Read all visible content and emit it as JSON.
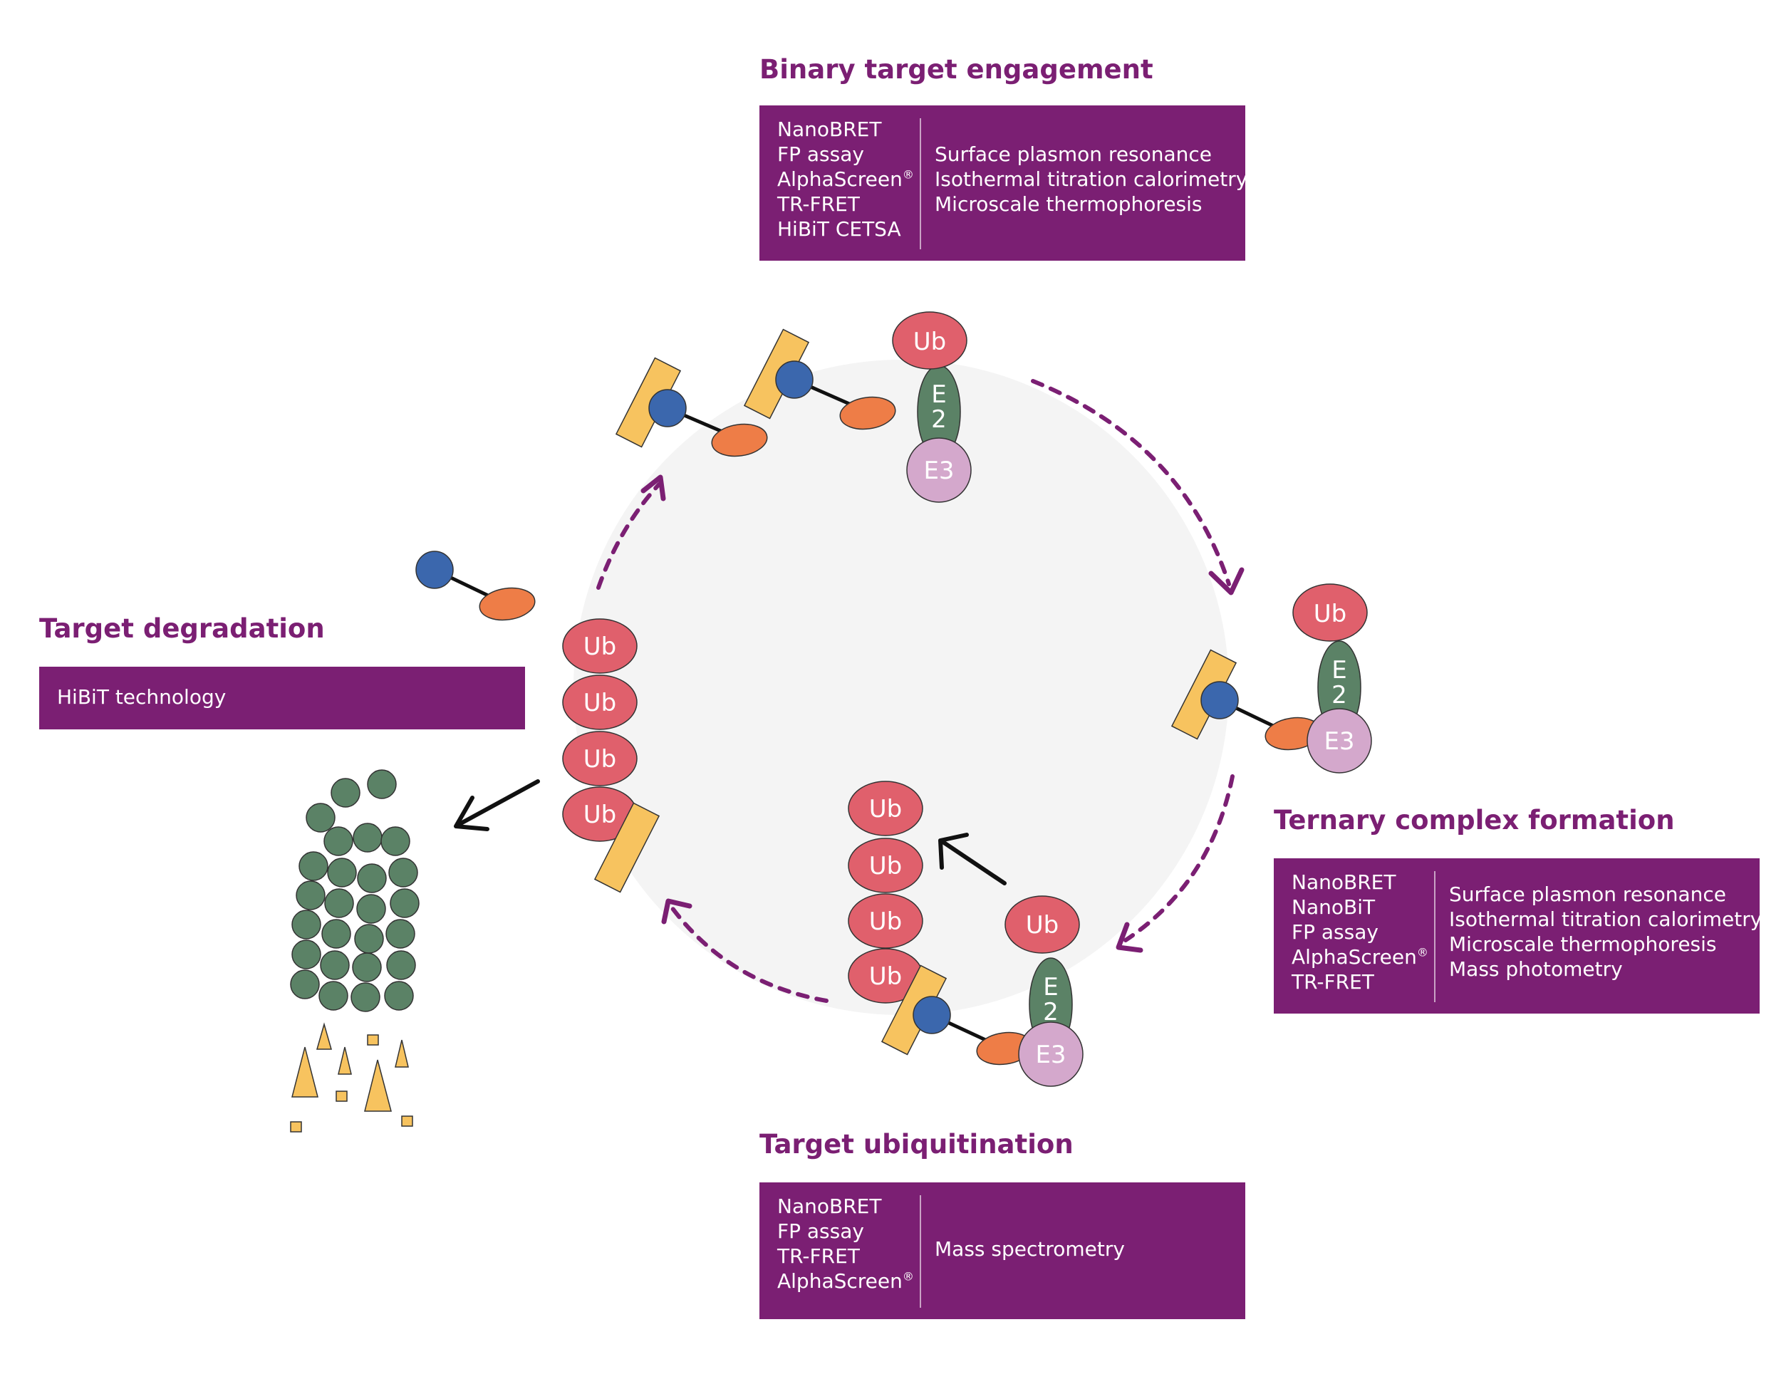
{
  "binary": {
    "title": "Binary target engagement",
    "left": [
      "NanoBRET",
      "FP assay",
      "AlphaScreen",
      "TR-FRET",
      "HiBiT CETSA"
    ],
    "right": [
      "Surface plasmon resonance",
      "Isothermal titration calorimetry",
      "Microscale thermophoresis"
    ]
  },
  "ternary": {
    "title": "Ternary complex formation",
    "left": [
      "NanoBRET",
      "NanoBiT",
      "FP assay",
      "AlphaScreen",
      "TR-FRET"
    ],
    "right": [
      "Surface plasmon resonance",
      "Isothermal titration calorimetry",
      "Microscale thermophoresis",
      "Mass photometry"
    ]
  },
  "ubiquitination": {
    "title": "Target ubiquitination",
    "left": [
      "NanoBRET",
      "FP assay",
      "TR-FRET",
      "AlphaScreen"
    ],
    "right": [
      "Mass spectrometry"
    ]
  },
  "degradation": {
    "title": "Target degradation",
    "item": "HiBiT technology"
  },
  "registered_mark": "®",
  "labels": {
    "ub": "Ub",
    "e2_top": "E",
    "e2_bottom": "2",
    "e3": "E3"
  },
  "colors": {
    "purple": "#7b1f73",
    "ub_red": "#e0606c",
    "e2_green": "#5b8266",
    "e3_pink": "#d4a8cc",
    "target_yellow": "#f7c35f",
    "linker_blue": "#3b67ad",
    "ligand_orange": "#ee7d47",
    "cycle_gray": "#f4f4f4"
  }
}
